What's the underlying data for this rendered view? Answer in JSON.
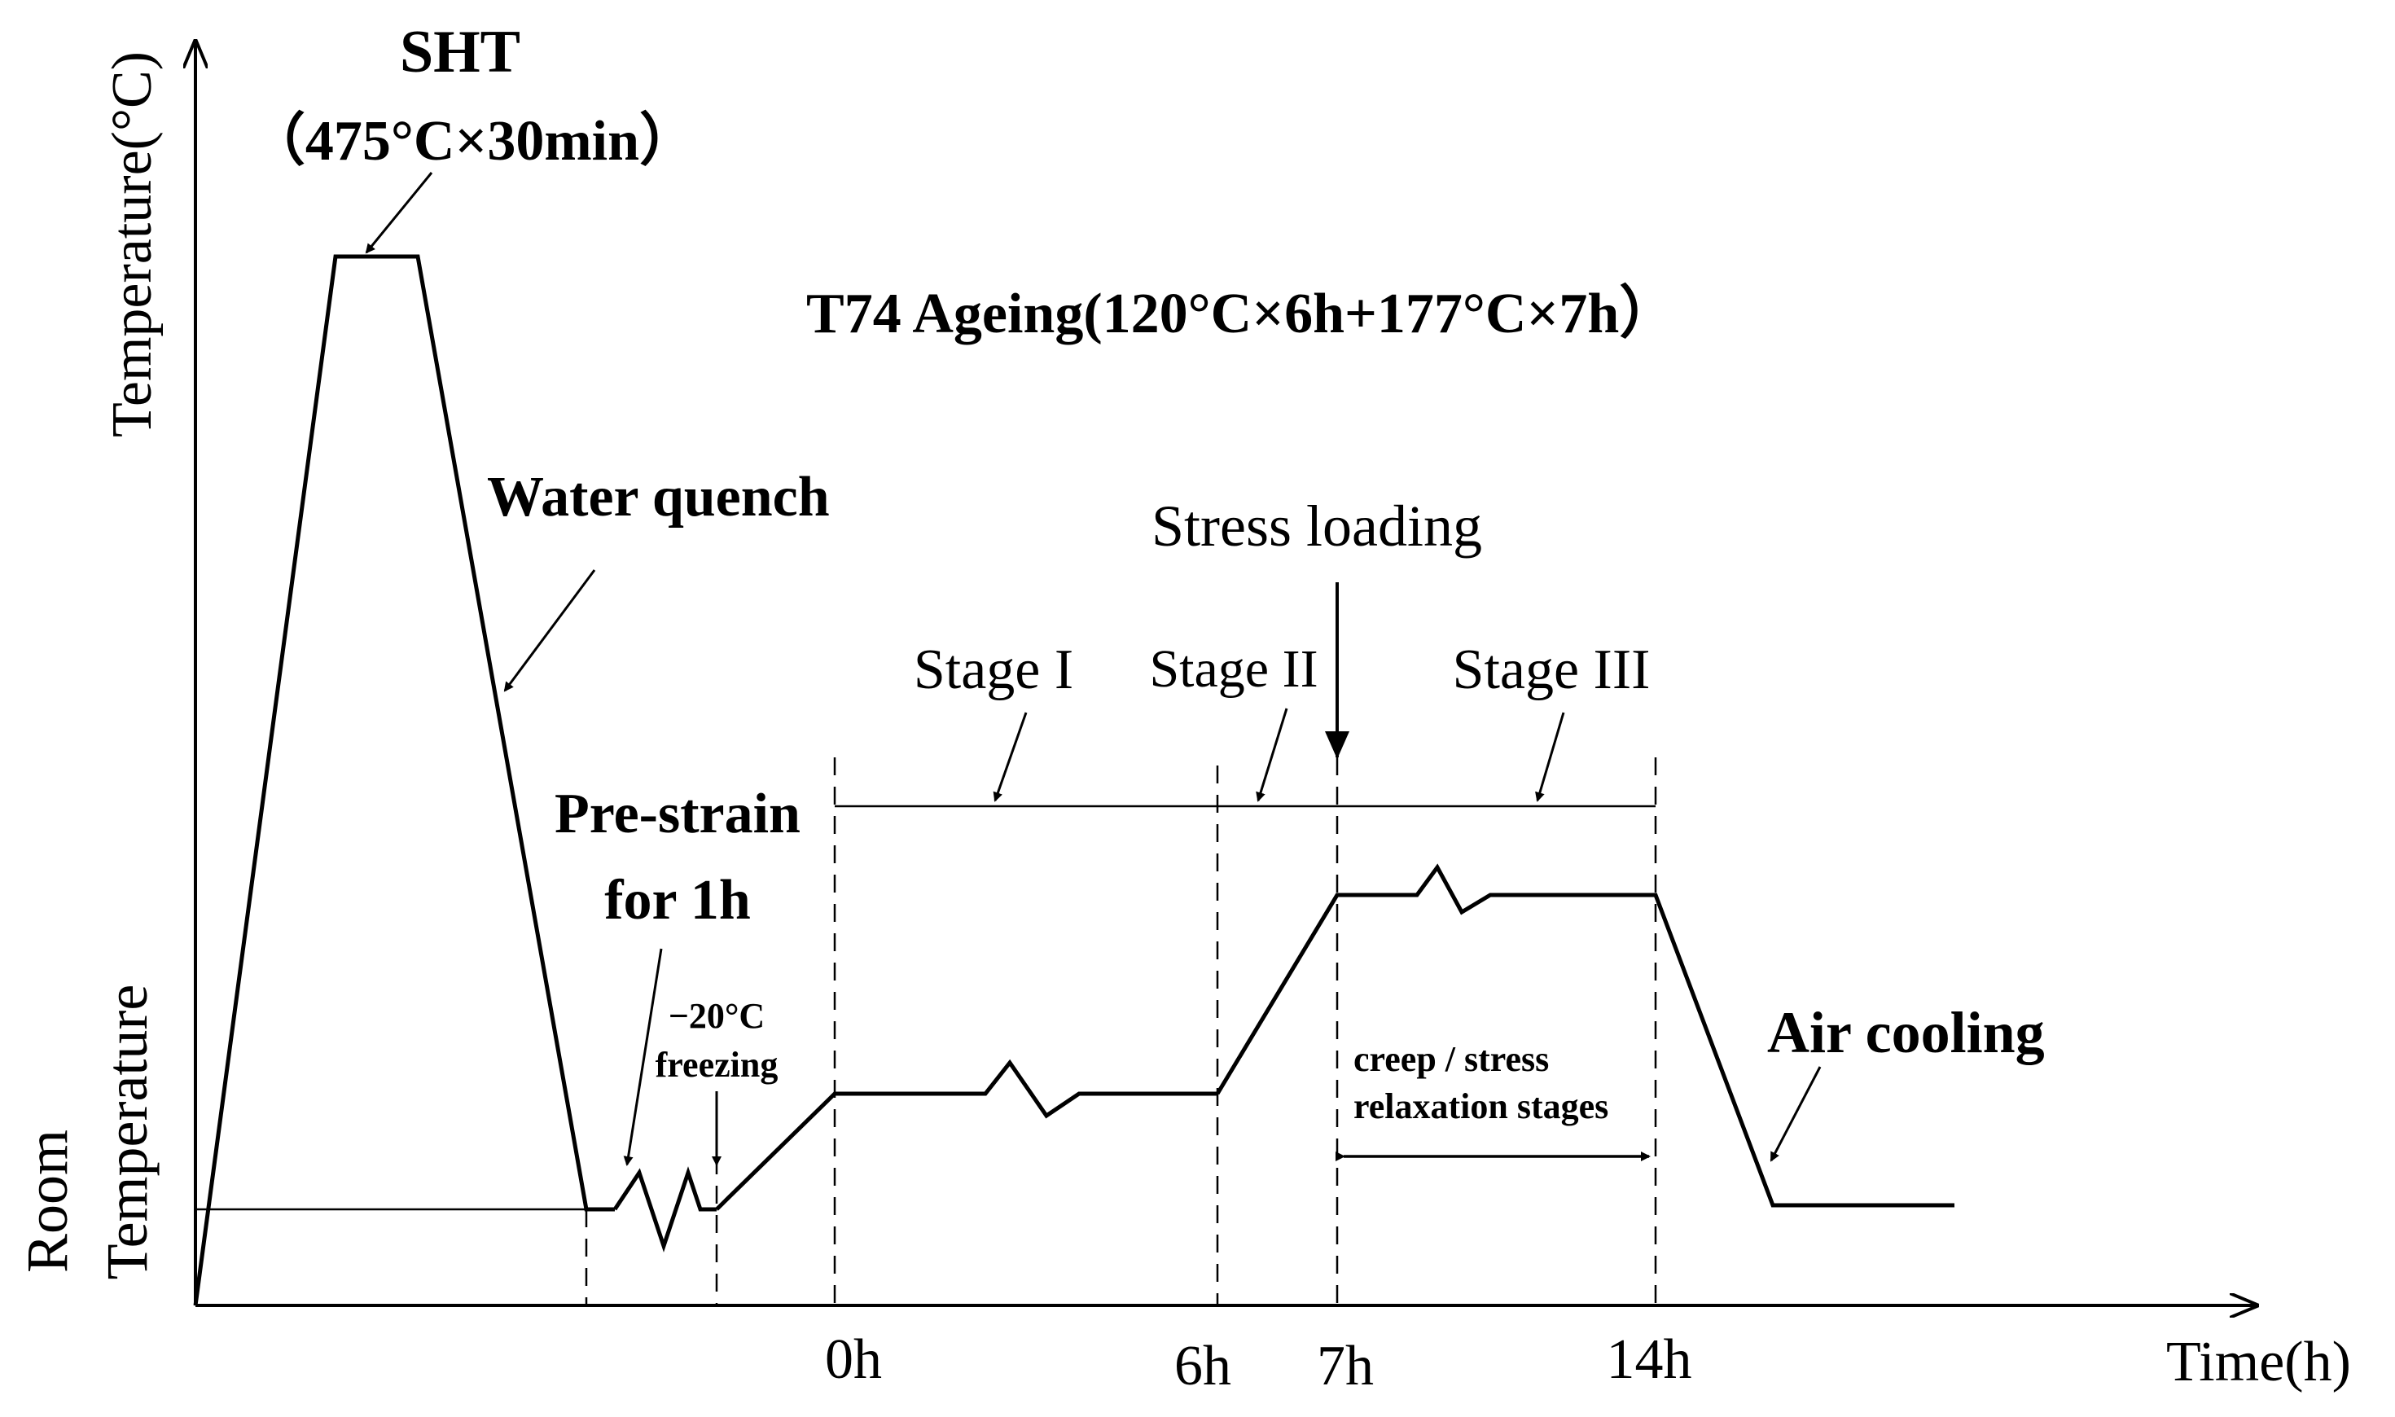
{
  "axes": {
    "y_label": "Temperature(°C)",
    "x_label": "Time(h)",
    "room_temperature_line1": "Room",
    "room_temperature_line2": "Temperature"
  },
  "labels": {
    "sht_title": "SHT",
    "sht_detail": "（475°C×30min）",
    "t74_ageing": "T74  Ageing(120°C×6h+177°C×7h）",
    "water_quench": "Water  quench",
    "stress_loading": "Stress loading",
    "stage_1": "Stage I",
    "stage_2": "Stage II",
    "stage_3": "Stage III",
    "pre_strain_line1": "Pre-strain",
    "pre_strain_line2": "for 1h",
    "freezing_line1": "−20°C",
    "freezing_line2": "freezing",
    "creep_line1": "creep / stress",
    "creep_line2": "relaxation stages",
    "air_cooling": "Air cooling"
  },
  "time_ticks": [
    "0h",
    "6h",
    "7h",
    "14h"
  ],
  "colors": {
    "line": "#000000",
    "background": "#ffffff"
  }
}
